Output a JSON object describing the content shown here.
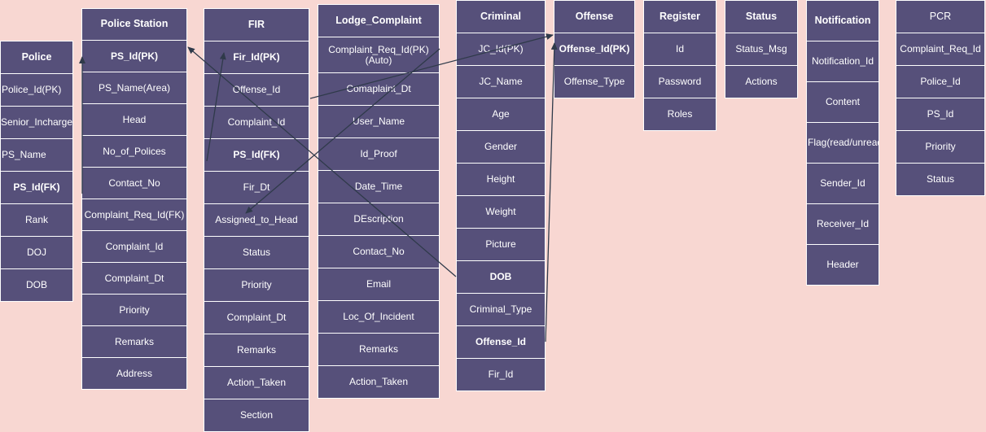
{
  "entities": {
    "police": {
      "title": "Police",
      "rows": [
        "Police_Id(PK)",
        "Senior_Incharge",
        "PS_Name",
        "PS_Id(FK)",
        "Rank",
        "DOJ",
        "DOB"
      ]
    },
    "police_station": {
      "title": "Police Station",
      "rows": [
        "PS_Id(PK)",
        "PS_Name(Area)",
        "Head",
        "No_of_Polices",
        "Contact_No",
        "Complaint_Req_Id(FK)",
        "Complaint_Id",
        "Complaint_Dt",
        "Priority",
        "Remarks",
        "Address"
      ]
    },
    "fir": {
      "title": "FIR",
      "rows": [
        "Fir_Id(PK)",
        "Offense_Id",
        "Complaint_Id",
        "PS_Id(FK)",
        "Fir_Dt",
        "Assigned_to_Head",
        "Status",
        "Priority",
        "Complaint_Dt",
        "Remarks",
        "Action_Taken",
        "Section"
      ]
    },
    "lodge_complaint": {
      "title": "Lodge_Complaint",
      "rows": [
        "Complaint_Req_Id(PK)\n(Auto)",
        "Comaplaint_Dt",
        "User_Name",
        "Id_Proof",
        "Date_Time",
        "DEscription",
        "Contact_No",
        "Email",
        "Loc_Of_Incident",
        "Remarks",
        "Action_Taken"
      ]
    },
    "criminal": {
      "title": "Criminal",
      "rows": [
        "JC_Id(PK)",
        "JC_Name",
        "Age",
        "Gender",
        "Height",
        "Weight",
        "Picture",
        "DOB",
        "Criminal_Type",
        "Offense_Id",
        "Fir_Id"
      ]
    },
    "offense": {
      "title": "Offense",
      "rows": [
        "Offense_Id(PK)",
        "Offense_Type"
      ]
    },
    "register": {
      "title": "Register",
      "rows": [
        "Id",
        "Password",
        "Roles"
      ]
    },
    "status": {
      "title": "Status",
      "rows": [
        "Status_Msg",
        "Actions"
      ]
    },
    "notification": {
      "title": "Notification",
      "rows": [
        "Notification_Id",
        "Content",
        "Flag(read/unread)",
        "Sender_Id",
        "Receiver_Id",
        "Header"
      ]
    },
    "pcr": {
      "title": "PCR",
      "rows": [
        "Complaint_Req_Id",
        "Police_Id",
        "PS_Id",
        "Priority",
        "Status"
      ]
    }
  },
  "colors": {
    "background": "#f8d7d2",
    "entity_fill": "#56507a",
    "entity_text": "#ffffff",
    "connector": "#2f3a4a"
  }
}
